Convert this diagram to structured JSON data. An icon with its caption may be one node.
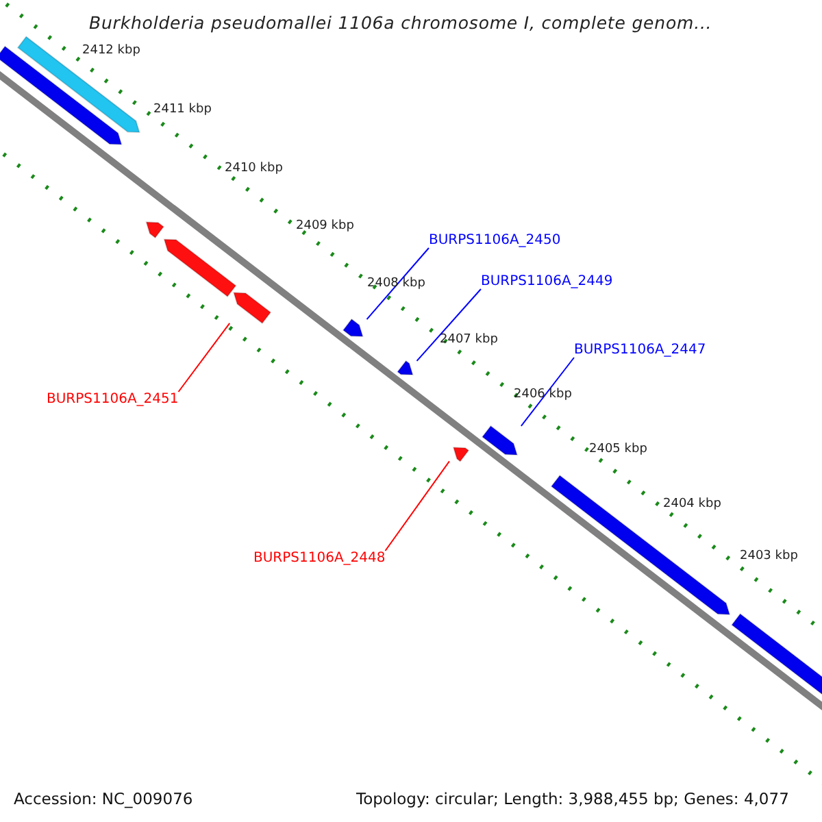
{
  "diagram": {
    "title": "Burkholderia pseudomallei 1106a chromosome I, complete genom...",
    "nodes": [
      {
        "text": [
          "BURPS1106A_2450"
        ]
      },
      {
        "text": [],
        "shape": "bar"
      },
      {
        "text": [
          "BURPS1106A_2449"
        ]
      },
      {
        "text": [],
        "shape": "bar"
      },
      {
        "text": [
          "BURPS1106A_2447"
        ]
      },
      {
        "text": [],
        "shape": "bar"
      },
      {
        "text": [
          "BURPS1106A_2451"
        ]
      },
      {
        "text": [],
        "shape": "bar"
      },
      {
        "text": [
          "BURPS1106A_2448"
        ]
      },
      {
        "text": [],
        "shape": "bar"
      },
      {
        "text": [],
        "shape": "bar"
      },
      {
        "text": [],
        "shape": "bar"
      },
      {
        "text": [],
        "shape": "bar"
      },
      {
        "text": [],
        "shape": "bar"
      },
      {
        "text": [],
        "shape": "bar"
      },
      {
        "text": [],
        "shape": "bar"
      }
    ],
    "edges": [
      {
        "from": 0,
        "to": 1,
        "arrow": "none",
        "color": "#0000ff"
      },
      {
        "from": 2,
        "to": 3,
        "arrow": "none",
        "color": "#0000ff"
      },
      {
        "from": 4,
        "to": 5,
        "arrow": "none",
        "color": "#0000ff"
      },
      {
        "from": 6,
        "to": 7,
        "arrow": "none",
        "color": "#ff0000"
      },
      {
        "from": 8,
        "to": 9,
        "arrow": "none",
        "color": "#ff0000"
      }
    ],
    "labels": [
      "2412 kbp",
      "2411 kbp",
      "2410 kbp",
      "2409 kbp",
      "2408 kbp",
      "2407 kbp",
      "2406 kbp",
      "2405 kbp",
      "2404 kbp",
      "2403 kbp",
      "Accession: NC_009076",
      "Topology: circular; Length: 3,988,455 bp; Genes: 4,077"
    ]
  }
}
